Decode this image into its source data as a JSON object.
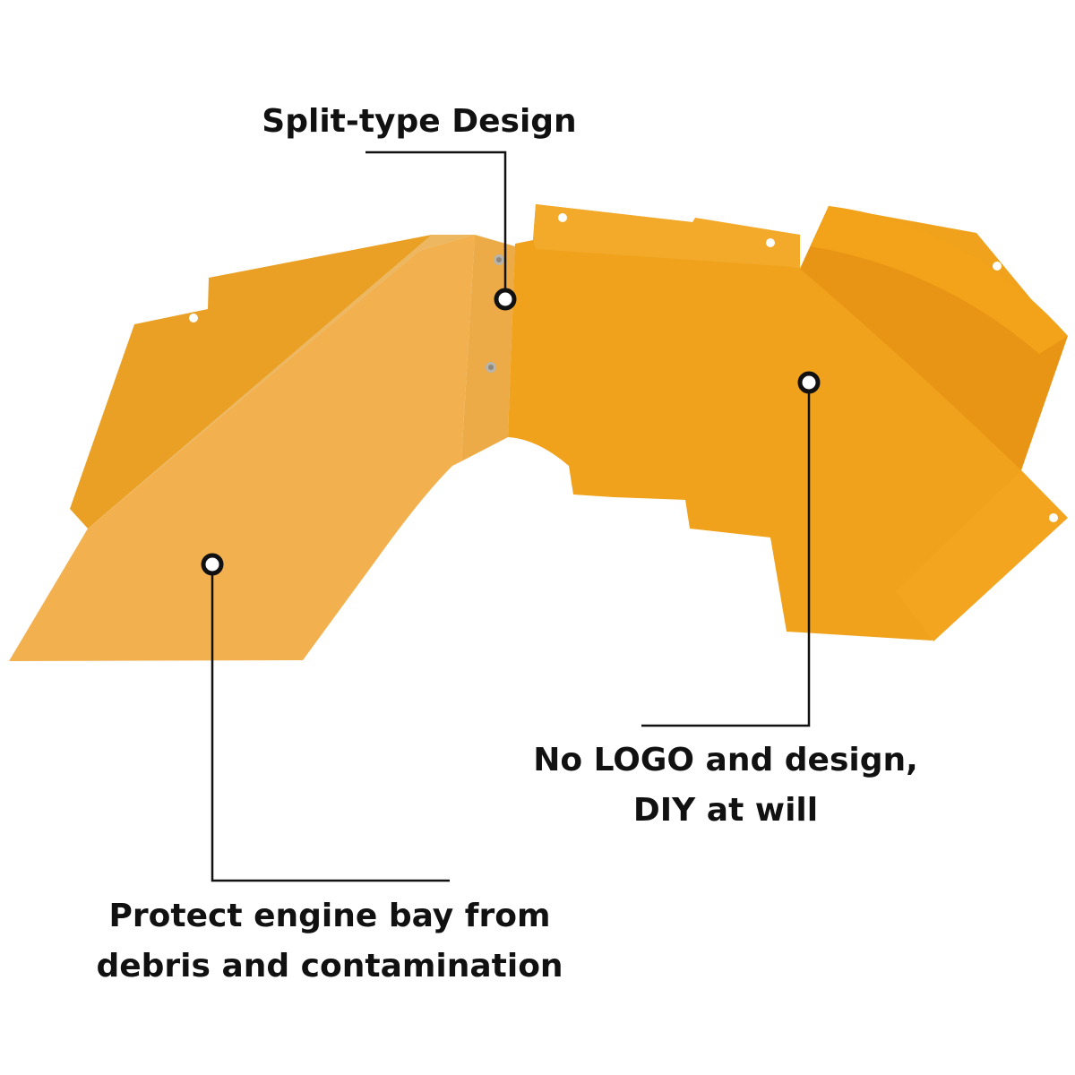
{
  "callouts": {
    "split_design": {
      "lines": [
        "Split-type Design"
      ]
    },
    "no_logo": {
      "lines": [
        "No LOGO and design,",
        "DIY at will"
      ]
    },
    "protect": {
      "lines": [
        "Protect engine bay from",
        "debris and contamination"
      ]
    }
  },
  "colors": {
    "panel_left_face": "#f2b04e",
    "panel_left_dark": "#e9a024",
    "panel_right_face": "#f0a21c",
    "panel_right_light": "#f6a821",
    "panel_top_shade": "#e49417",
    "leader_line": "#111111",
    "marker_fill": "#ffffff"
  }
}
